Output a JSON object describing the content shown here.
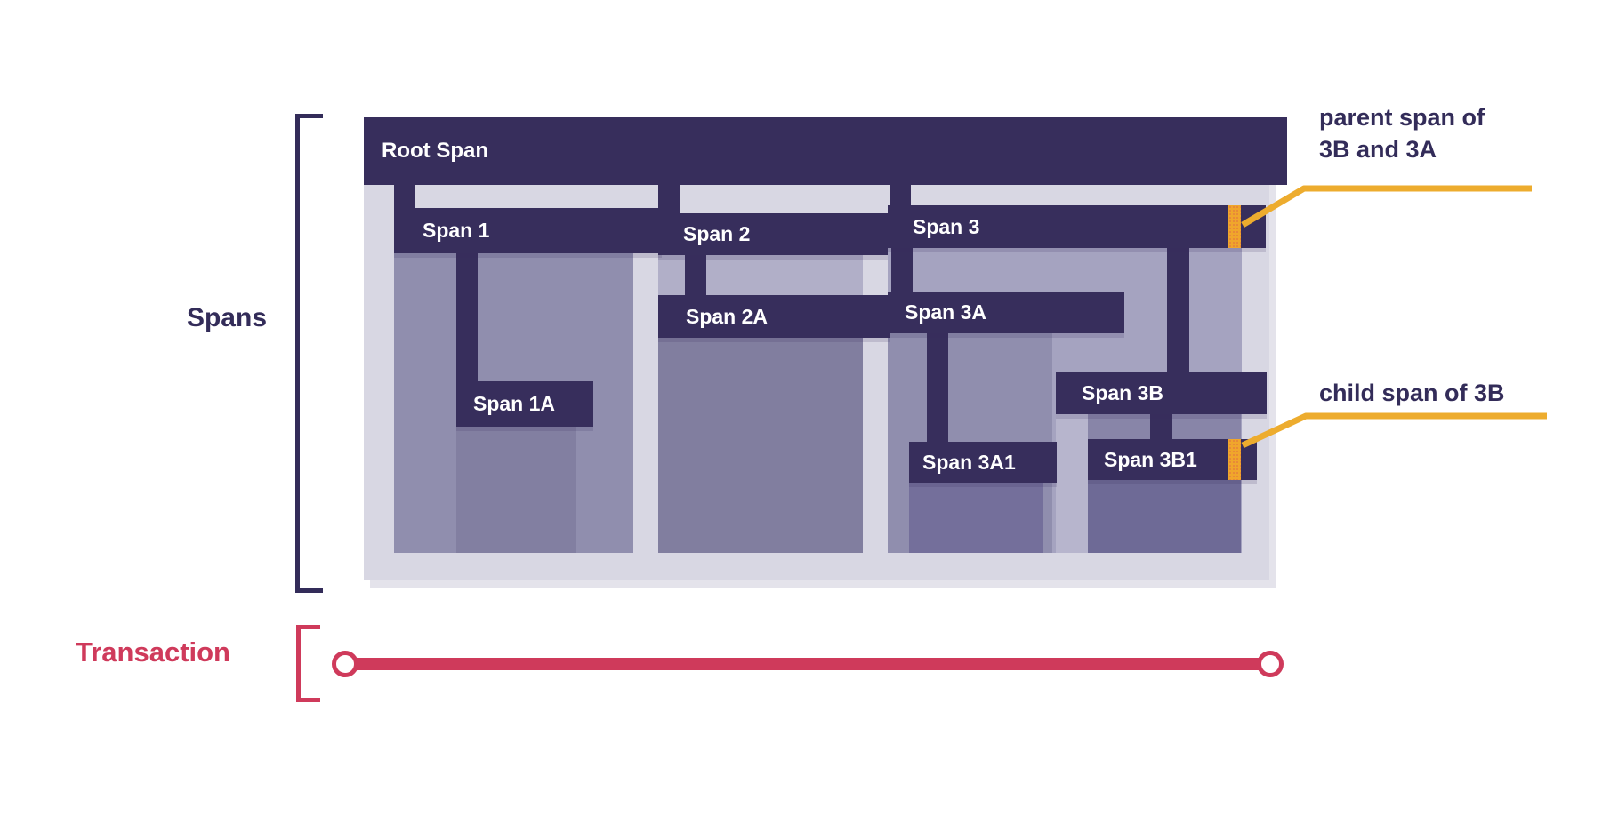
{
  "sidebar_labels": {
    "spans": "Spans",
    "transaction": "Transaction"
  },
  "spans": {
    "root": {
      "label": "Root Span"
    },
    "span1": {
      "label": "Span 1"
    },
    "span1a": {
      "label": "Span 1A"
    },
    "span2": {
      "label": "Span 2"
    },
    "span2a": {
      "label": "Span 2A"
    },
    "span3": {
      "label": "Span 3"
    },
    "span3a": {
      "label": "Span 3A"
    },
    "span3a1": {
      "label": "Span 3A1"
    },
    "span3b": {
      "label": "Span 3B"
    },
    "span3b1": {
      "label": "Span 3B1"
    }
  },
  "annotations": {
    "parent": {
      "line1": "parent span of",
      "line2": "3B and 3A"
    },
    "child": {
      "text": "child span of 3B"
    }
  },
  "colors": {
    "bar_navy": "#372e5c",
    "container_lavender": "#d8d7e3",
    "content_medium": "#908eae",
    "content_light": "#a5a3c0",
    "content_dark": "#6e6a96",
    "highlight_orange": "#f0a62b",
    "leader_yellow": "#edac2e",
    "transaction_red": "#cf3a5b",
    "text_navy": "#332c59"
  }
}
